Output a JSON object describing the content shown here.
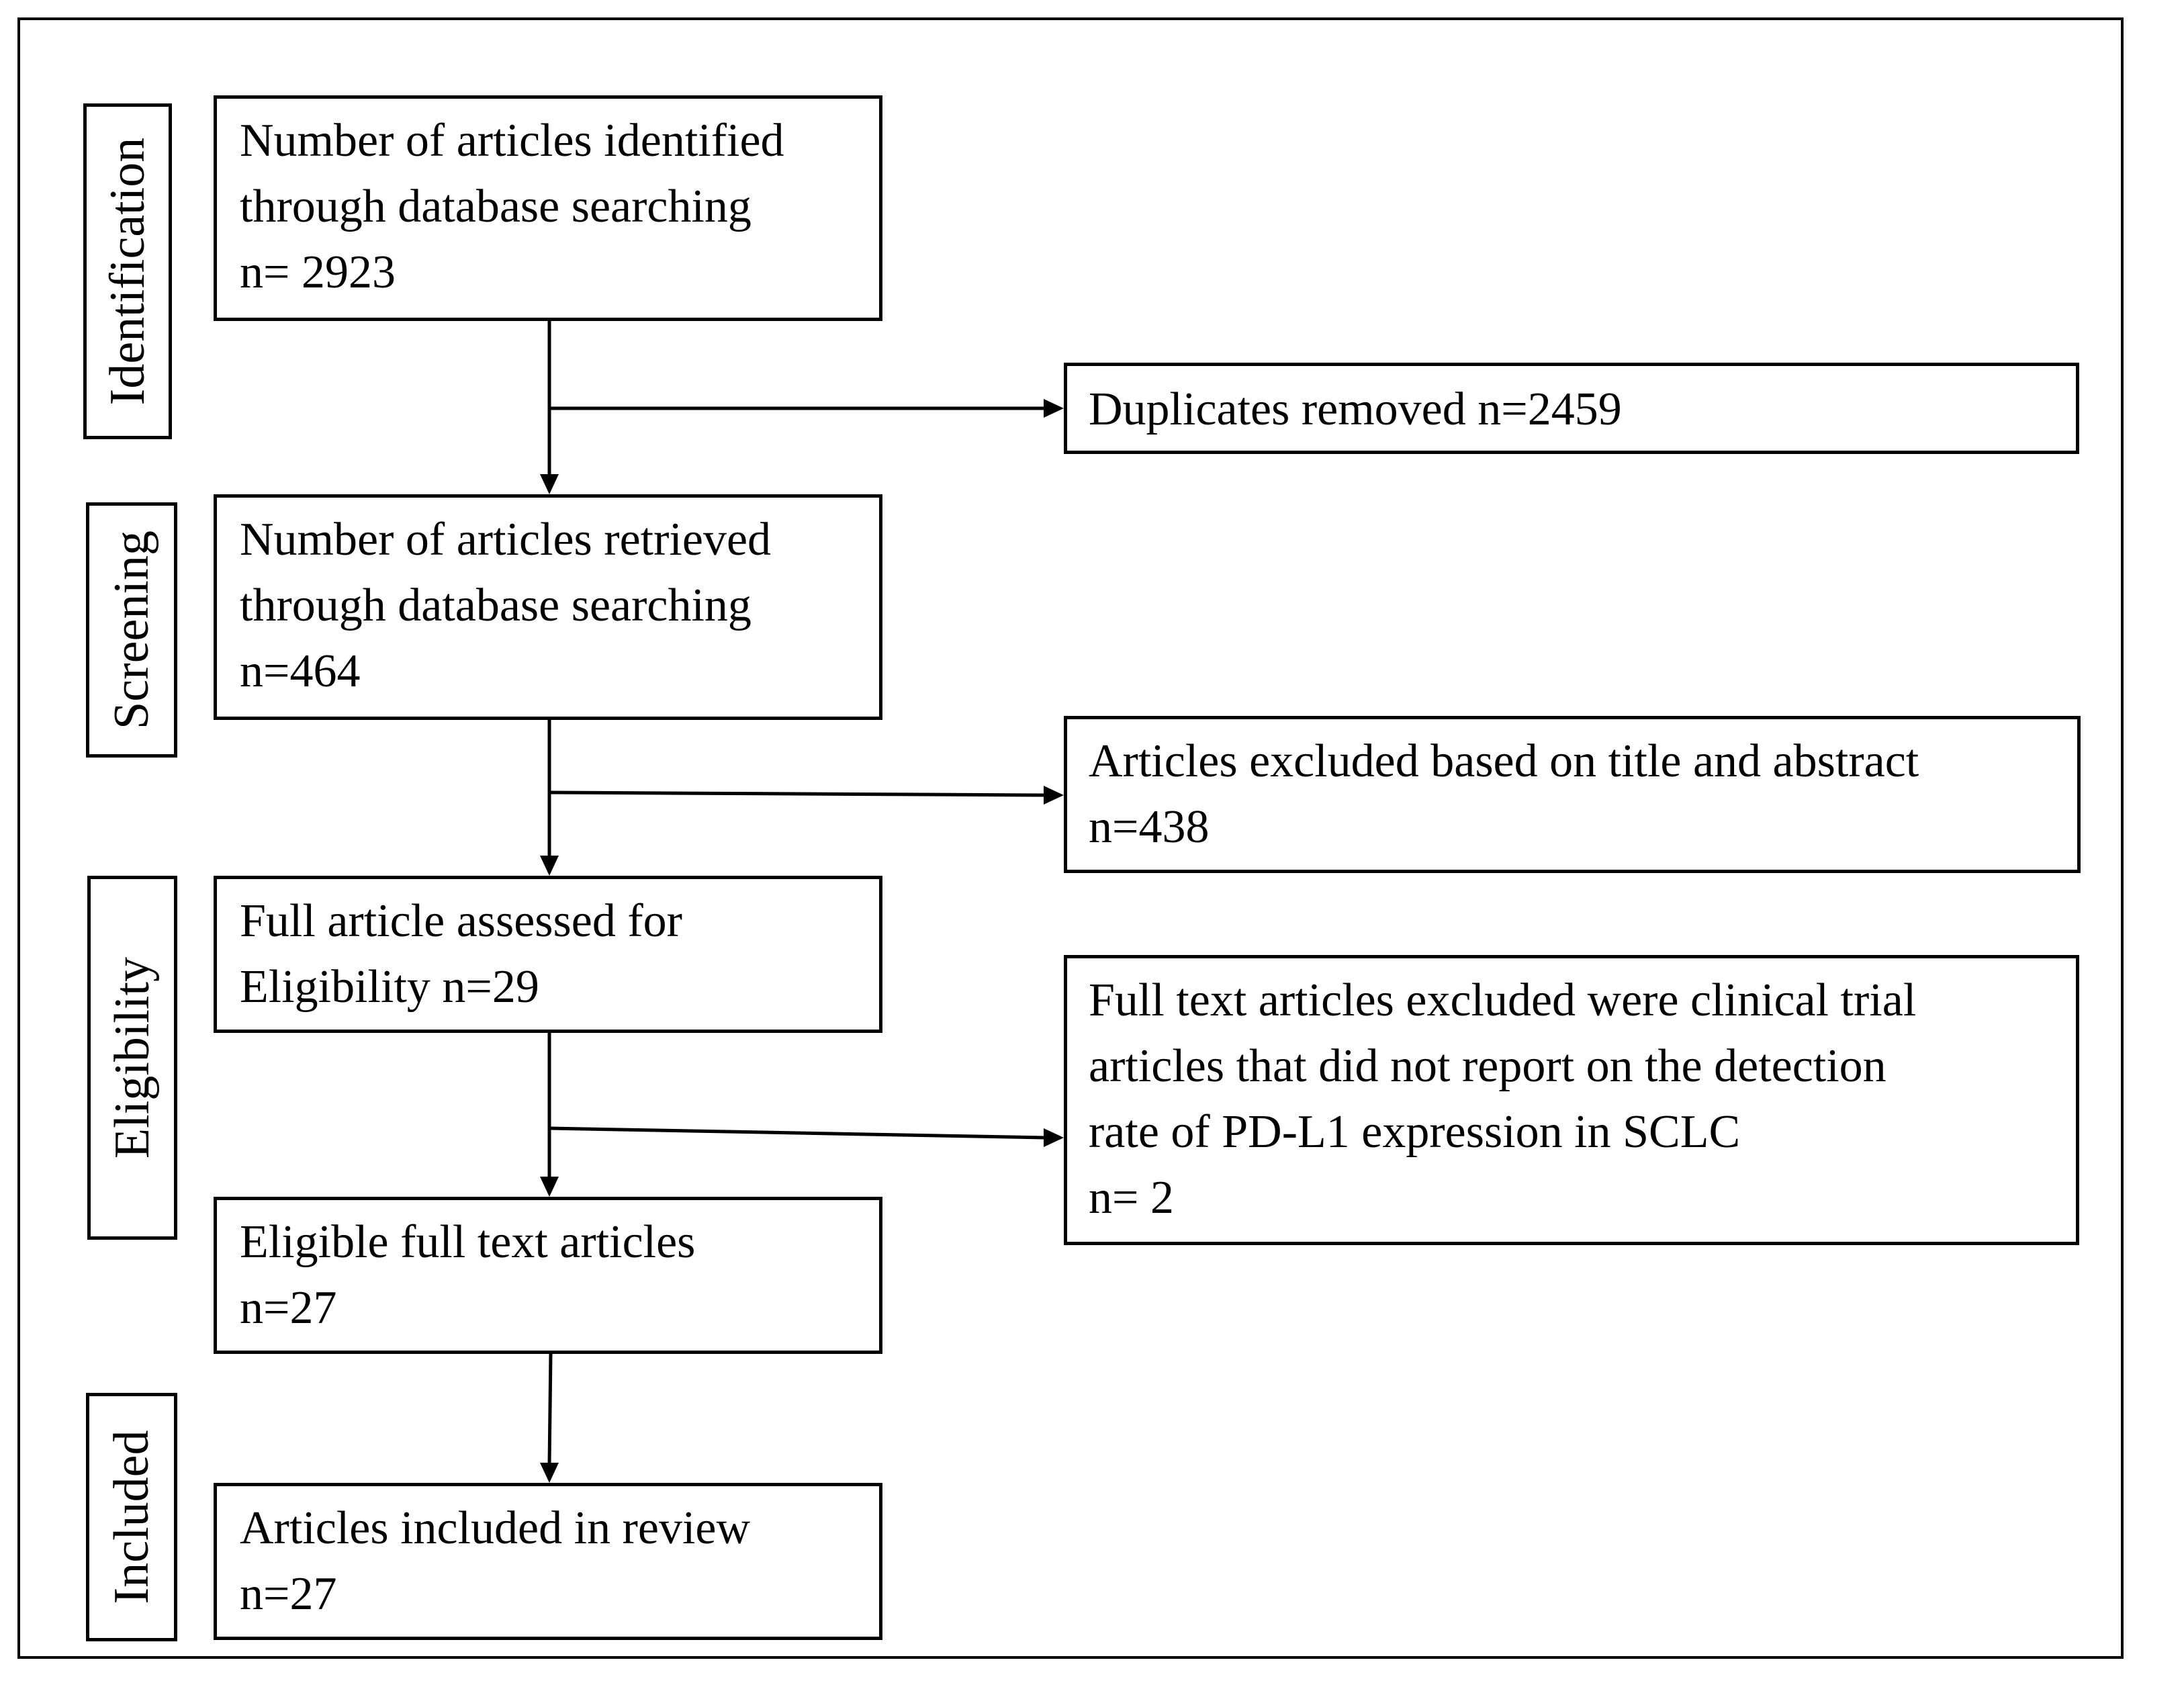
{
  "stages": {
    "identification": "Identification",
    "screening": "Screening",
    "eligibility": "Eligibility",
    "included": "Included"
  },
  "boxes": {
    "identified": {
      "lines": [
        "Number of articles identified",
        "through database searching",
        "n= 2923"
      ]
    },
    "duplicates": {
      "lines": [
        "Duplicates removed  n=2459"
      ]
    },
    "retrieved": {
      "lines": [
        "Number of articles retrieved",
        "through database searching",
        "n=464"
      ]
    },
    "excluded_title": {
      "lines": [
        "Articles excluded based on title and abstract",
        "n=438"
      ]
    },
    "assessed": {
      "lines": [
        "Full article assessed for",
        "Eligibility  n=29"
      ]
    },
    "excluded_fulltext": {
      "lines": [
        "Full text articles excluded  were clinical trial",
        "articles that did not report on the detection",
        "rate of PD-L1 expression in SCLC",
        "n= 2"
      ]
    },
    "eligible": {
      "lines": [
        "Eligible full text articles",
        "n=27"
      ]
    },
    "included": {
      "lines": [
        "Articles included in review",
        "n=27"
      ]
    }
  }
}
